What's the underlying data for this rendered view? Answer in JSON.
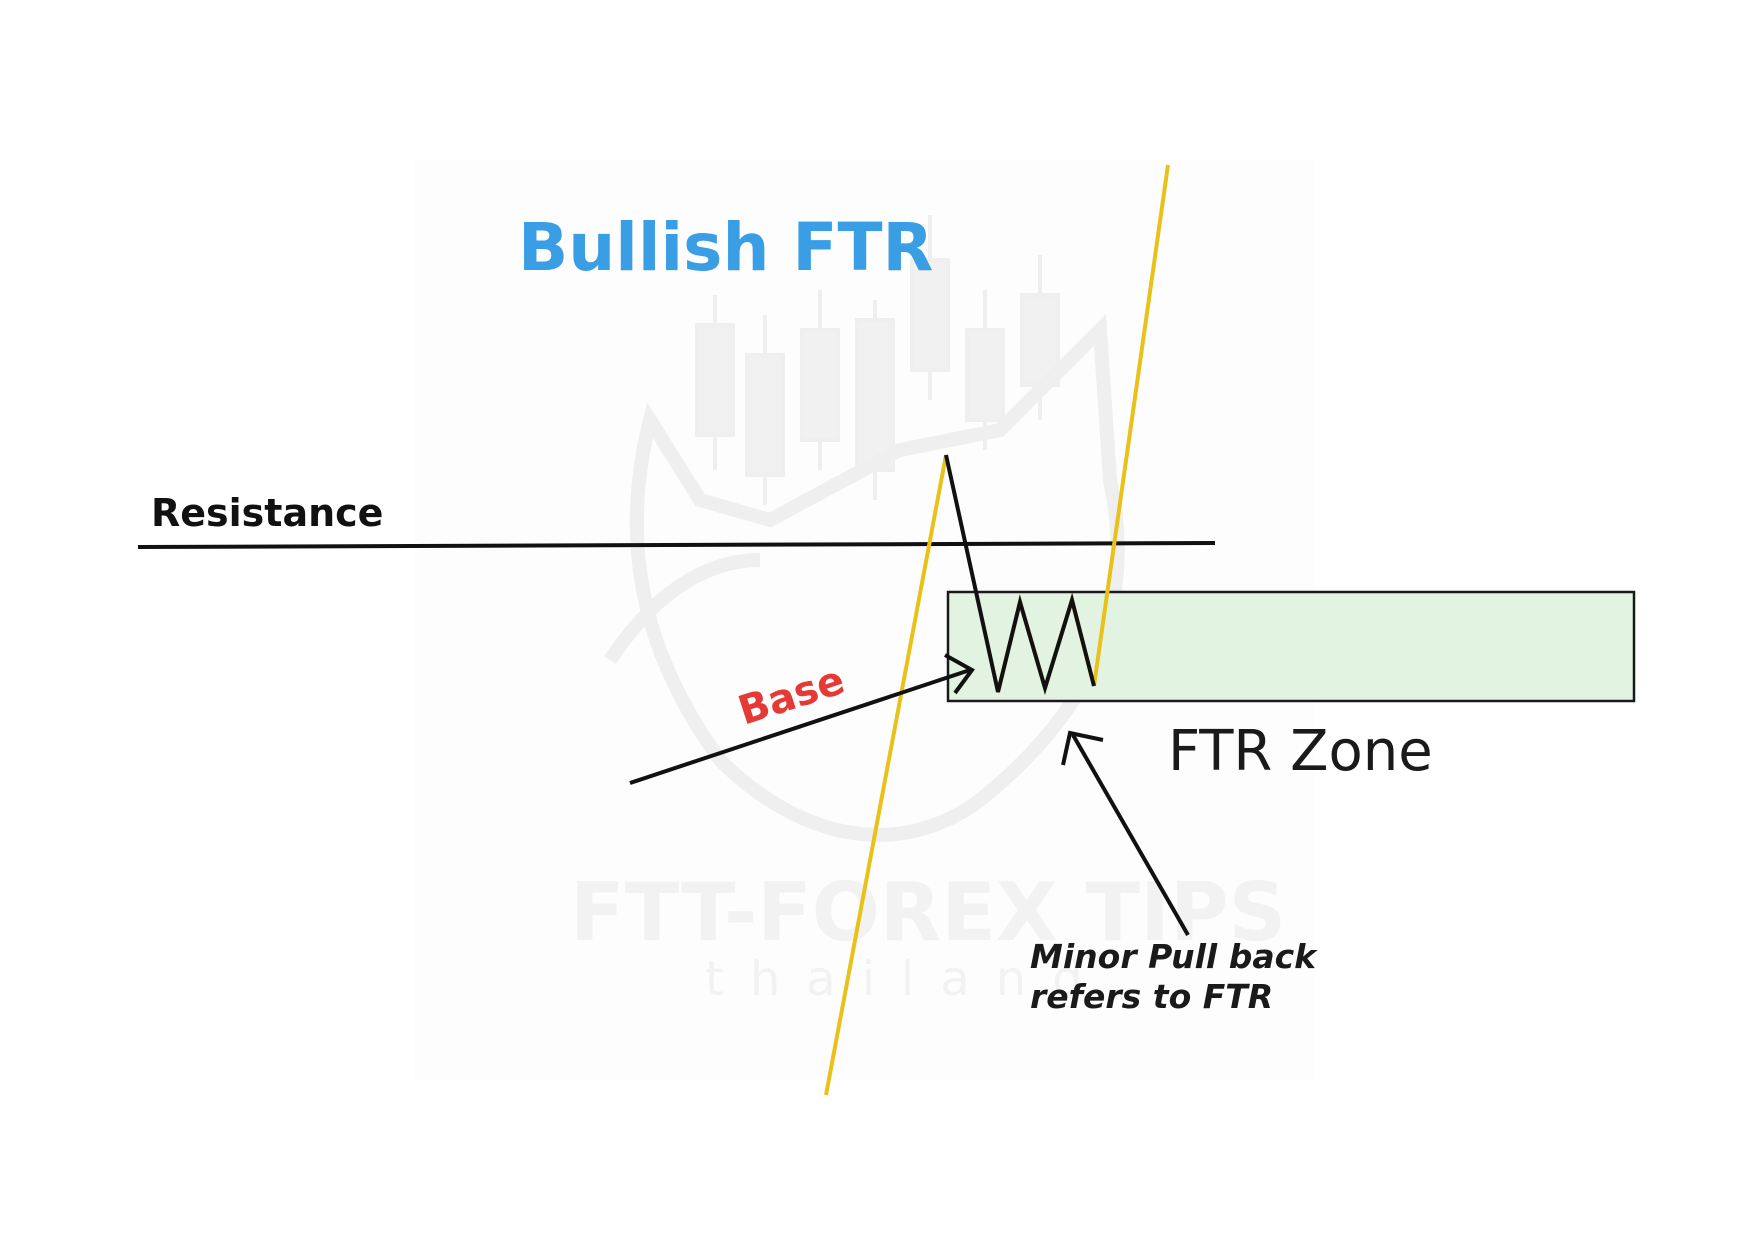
{
  "title": "Bullish FTR",
  "labels": {
    "resistance": "Resistance",
    "base": "Base",
    "ftr_zone": "FTR Zone",
    "note_line1": "Minor Pull back",
    "note_line2": "refers to FTR"
  },
  "watermark": {
    "line1": "FTT-FOREX TIPS",
    "line2": "thailand"
  },
  "colors": {
    "title": "#3a9ee4",
    "base_label": "#e53935",
    "price_line": "#e8c21a",
    "zone_fill": "#e2f3e2",
    "lines": "#111111"
  }
}
